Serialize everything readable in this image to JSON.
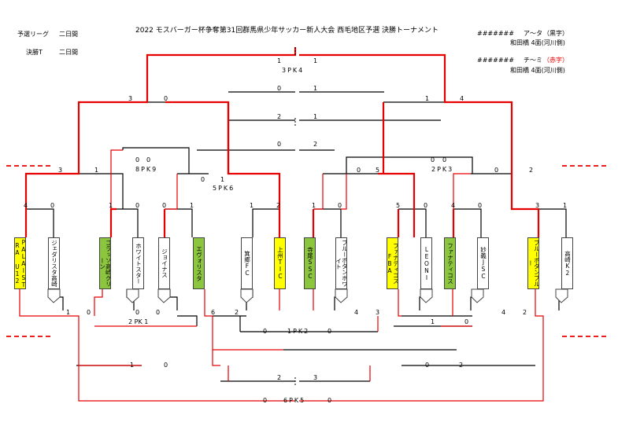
{
  "header": {
    "title": "2022 モスバーガー杯争奪第31回群馬県少年サッカー新人大会 西毛地区予選 決勝トーナメント",
    "schedule": [
      [
        "予選リーグ",
        "二日間"
      ],
      [
        "決勝T",
        "二日間"
      ]
    ],
    "legend": [
      {
        "code": "#######",
        "label": "ア～タ",
        "paren": "（黒字）",
        "venue": "和田橋 4面(河川側)",
        "color": "#000000"
      },
      {
        "code": "#######",
        "label": "チ～ミ",
        "paren": "（赤字）",
        "venue": "和田橋 4面(河川側)",
        "color": "#ff0000"
      }
    ]
  },
  "teams": [
    {
      "name": "PALAIST RA U12",
      "fill": "yellow"
    },
    {
      "name": "ジェダリスタ高崎",
      "fill": "white"
    },
    {
      "name": "ゴラッソ高崎グリーン",
      "fill": "green"
    },
    {
      "name": "ホワイトスター",
      "fill": "white"
    },
    {
      "name": "ジョイナス",
      "fill": "white"
    },
    {
      "name": "エヴォリスタ",
      "fill": "green"
    },
    {
      "name": "箕郷FC",
      "fill": "white"
    },
    {
      "name": "上州TIC",
      "fill": "yellow"
    },
    {
      "name": "寺尾SSC",
      "fill": "green"
    },
    {
      "name": "ブルーボタンホワイト",
      "fill": "white"
    },
    {
      "name": "ファナティコスFBA",
      "fill": "yellow"
    },
    {
      "name": "LEONI",
      "fill": "white"
    },
    {
      "name": "ファナティコス",
      "fill": "green"
    },
    {
      "name": "妙義JSC",
      "fill": "white"
    },
    {
      "name": "ブルーボタンブルー",
      "fill": "yellow"
    },
    {
      "name": "高崎K2",
      "fill": "white"
    }
  ],
  "scores_top": [
    "4",
    "0",
    "1",
    "0",
    "0",
    "1",
    "1",
    "2",
    "1",
    "0",
    "5",
    "0",
    "4",
    "0",
    "3",
    "1",
    "3",
    "1",
    "0",
    "0",
    "8PK9",
    "0",
    "1",
    "5PK6",
    "0",
    "5",
    "0",
    "0",
    "2PK3",
    "0",
    "2",
    "3",
    "0",
    "1",
    "4",
    "0",
    "1",
    "2",
    "1",
    "0",
    "2",
    "1",
    "1",
    "3PK4"
  ],
  "scores_bottom": [
    "1",
    "0",
    "0",
    "0",
    "2 PK 1",
    "6",
    "2",
    "4",
    "3",
    "1",
    "0",
    "4",
    "2",
    "0",
    "1PK2",
    "0",
    "1",
    "0",
    "0",
    "2",
    "2",
    "3",
    "0",
    "6PK5",
    "0"
  ],
  "colors": {
    "win_line": "#e60000",
    "line": "#000000",
    "dash": "#e60000"
  }
}
